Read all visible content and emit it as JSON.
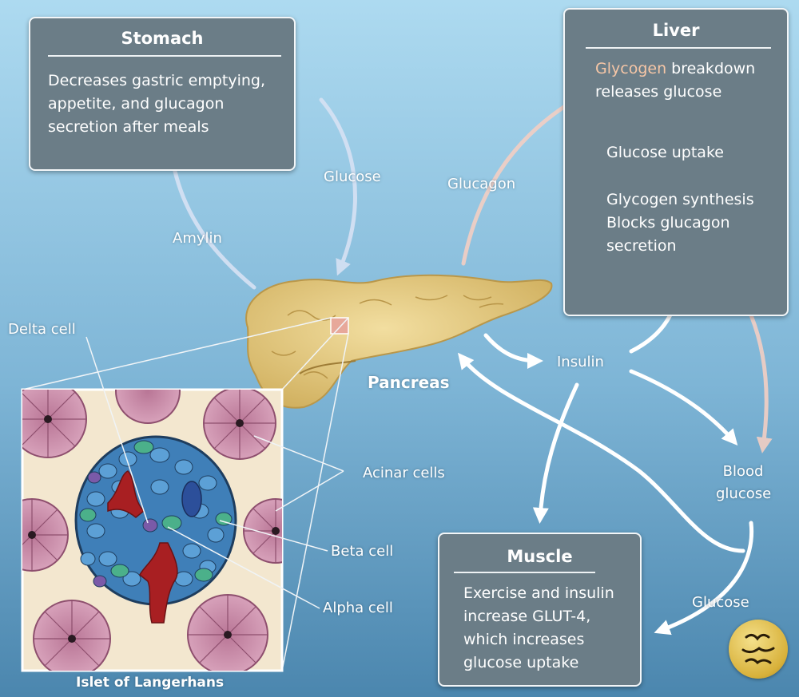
{
  "stomach": {
    "title": "Stomach",
    "lines": [
      "Decreases gastric emptying,",
      "appetite, and glucagon",
      "secretion after meals"
    ]
  },
  "liver": {
    "title": "Liver",
    "line1_accent": "Glycogen",
    "line1_rest": " breakdown",
    "line2": "releases glucose",
    "uptake": "Glucose uptake",
    "synthesis": [
      "Glycogen synthesis",
      "Blocks glucagon",
      "secretion"
    ]
  },
  "muscle": {
    "title": "Muscle",
    "lines": [
      "Exercise and insulin",
      "increase GLUT-4,",
      "which increases",
      "glucose uptake"
    ]
  },
  "labels": {
    "glucose_top": "Glucose",
    "glucagon": "Glucagon",
    "amylin": "Amylin",
    "insulin": "Insulin",
    "pancreas": "Pancreas",
    "blood_glucose": [
      "Blood",
      "glucose"
    ],
    "glucose_bottom": "Glucose",
    "delta_cell": "Delta cell",
    "acinar_cells": "Acinar cells",
    "beta_cell": "Beta cell",
    "alpha_cell": "Alpha cell",
    "islet": "Islet of Langerhans"
  },
  "colors": {
    "background_top": "#a9d3ea",
    "background_bottom": "#4f8bb3",
    "box_fill": "#6b7d87",
    "pancreas": "#e3c97f",
    "beta_cells": "#4f8fc4",
    "alpha_cells": "#4bb08a",
    "delta_cells": "#7a5aa8",
    "acinar": "#c88aa8",
    "vessel": "#a81f22"
  }
}
